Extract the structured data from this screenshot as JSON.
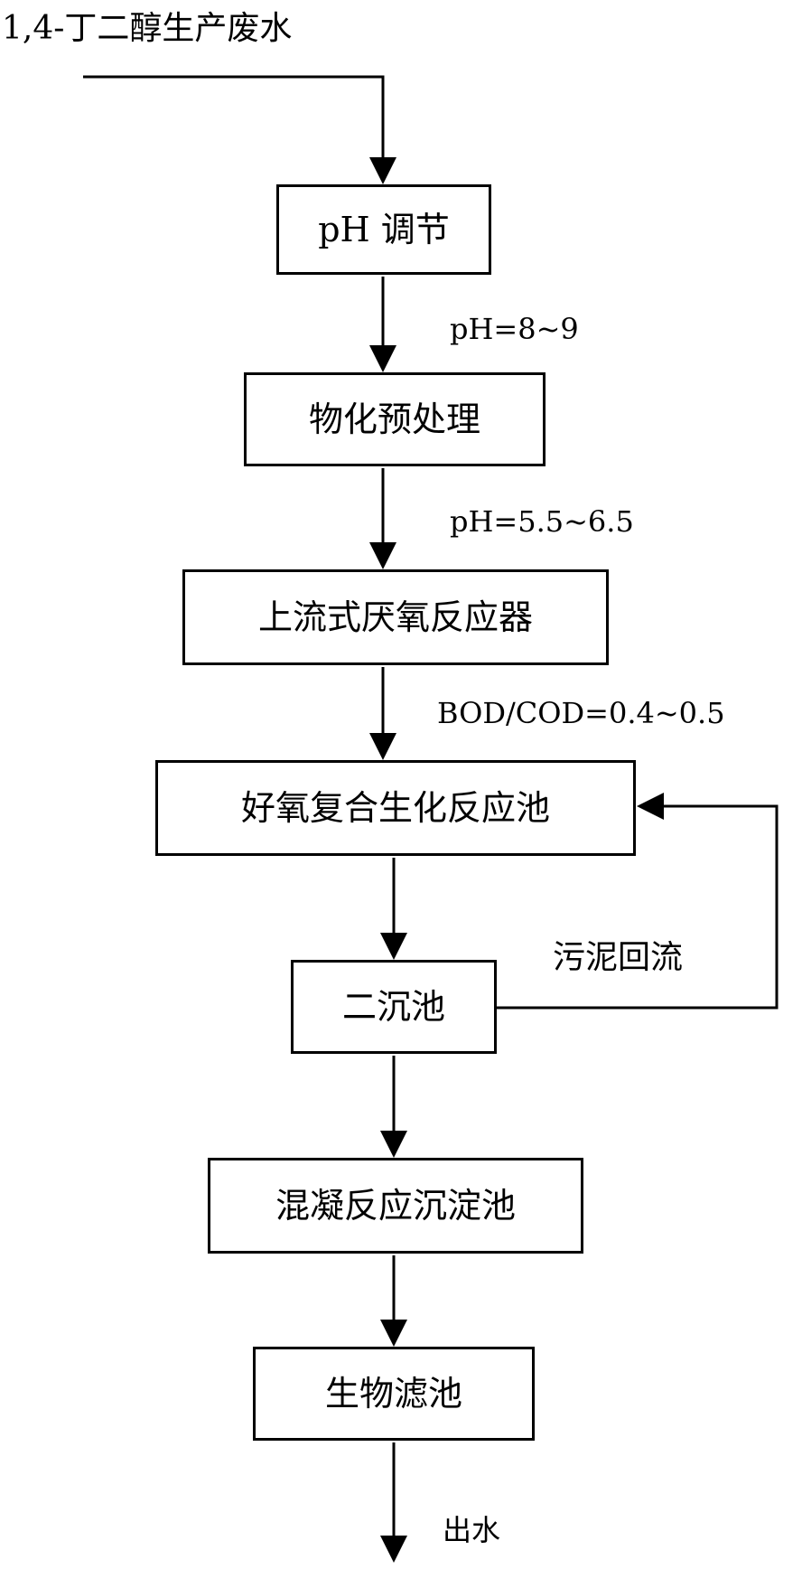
{
  "source_label": "1,4-丁二醇生产废水",
  "stages": {
    "ph_adjust": "pH 调节",
    "physchem": "物化预处理",
    "uasb": "上流式厌氧反应器",
    "aerobic": "好氧复合生化反应池",
    "secondary": "二沉池",
    "coagulation": "混凝反应沉淀池",
    "biofilter": "生物滤池"
  },
  "conditions": {
    "ph_after_adjust": "pH=8~9",
    "ph_after_pretreat": "pH=5.5~6.5",
    "bod_cod": "BOD/COD=0.4~0.5"
  },
  "recycle_label": "污泥回流",
  "outlet_label": "出水"
}
